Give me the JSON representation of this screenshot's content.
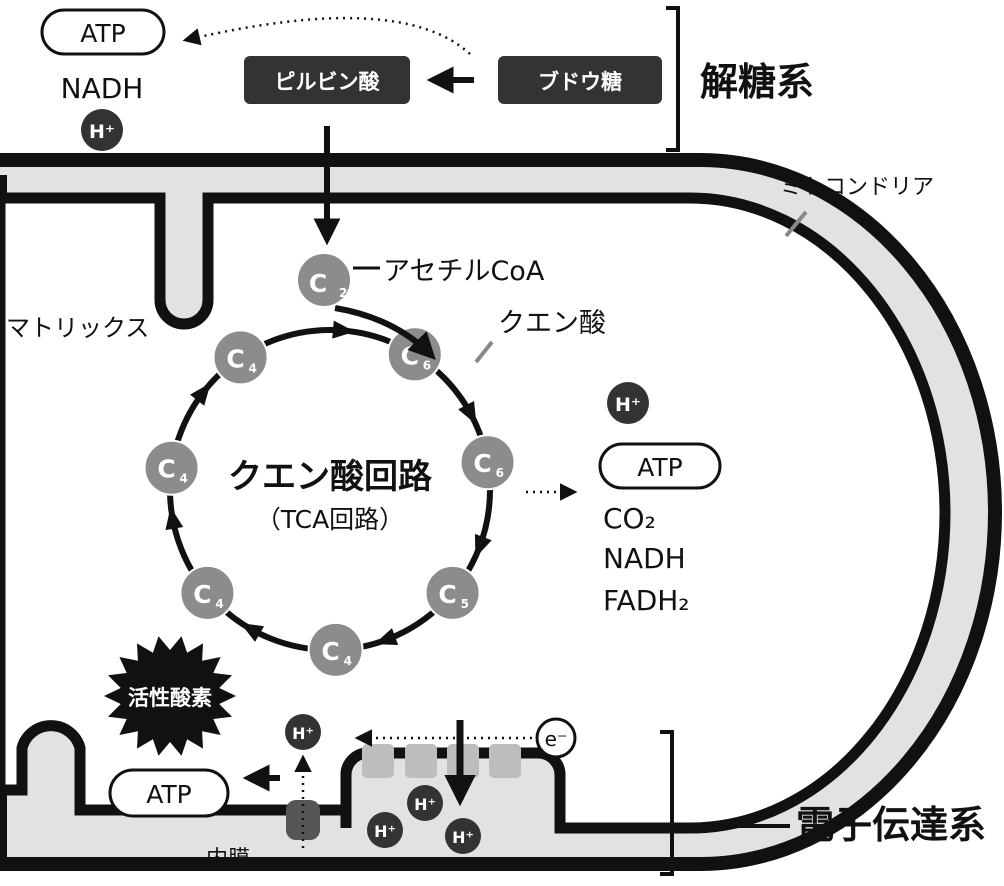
{
  "glycolysis": {
    "title": "解糖系",
    "glucose": "ブドウ糖",
    "pyruvate": "ピルビン酸",
    "products": {
      "atp": "ATP",
      "nadh": "NADH",
      "proton": "H+"
    }
  },
  "mitochondria": {
    "label": "ミトコンドリア",
    "matrix": "マトリックス",
    "inner_membrane": "内膜"
  },
  "tca": {
    "title": "クエン酸回路",
    "subtitle": "（TCA回路）",
    "acetyl_coa": {
      "label": "アセチルCoA",
      "carbon": "C2"
    },
    "citric_acid": "クエン酸",
    "nodes": [
      "C6",
      "C6",
      "C5",
      "C4",
      "C4",
      "C4",
      "C4"
    ],
    "products": [
      "ATP",
      "CO2",
      "NADH",
      "FADH2"
    ],
    "proton": "H+"
  },
  "etc": {
    "title": "電子伝達系",
    "electron": "e-",
    "atp": "ATP",
    "proton": "H+",
    "ros": "活性酸素"
  },
  "colors": {
    "membrane": "#e2e2e2",
    "dark_box": "#333333",
    "carbon": "#8c8c8c",
    "protein": "#bdbdbd"
  }
}
